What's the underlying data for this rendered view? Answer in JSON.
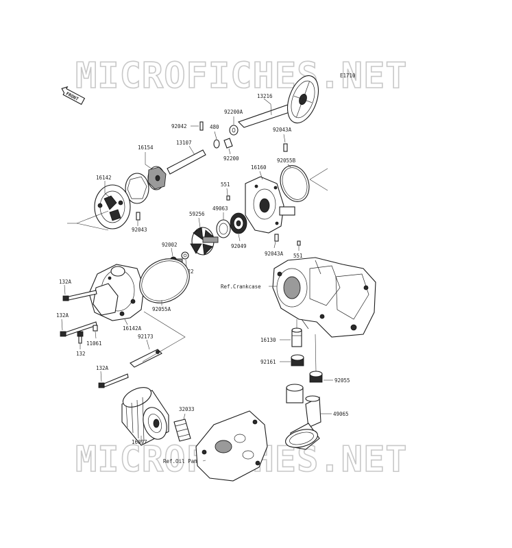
{
  "watermark": {
    "top": "MICROFICHES.NET",
    "bottom": "MICROFICHES.NET"
  },
  "diagram_code": "E1710",
  "front_tag": "FRONT",
  "references": {
    "crankcase": "Ref.Crankcase",
    "oil_pan": "Ref.Oil Pan"
  },
  "labels": {
    "p13216": "13216",
    "p92200A": "92200A",
    "p92042": "92042",
    "p480": "480",
    "p13107": "13107",
    "p92200": "92200",
    "p16154": "16154",
    "p92043A_top": "92043A",
    "p16160": "16160",
    "p92055B": "92055B",
    "p16142": "16142",
    "p551_top": "551",
    "p49063": "49063",
    "p59256": "59256",
    "p92043": "92043",
    "p92049": "92049",
    "p92002": "92002",
    "p92043A_bot": "92043A",
    "p551_bot": "551",
    "p92022": "92022",
    "p132A_1": "132A",
    "p132A_2": "132A",
    "p92055A": "92055A",
    "p16142A": "16142A",
    "p11061": "11061",
    "p132": "132",
    "p92173": "92173",
    "p16130": "16130",
    "p92161": "92161",
    "p92055": "92055",
    "p132A_3": "132A",
    "p49065": "49065",
    "p32033": "32033",
    "p16097": "16097"
  }
}
